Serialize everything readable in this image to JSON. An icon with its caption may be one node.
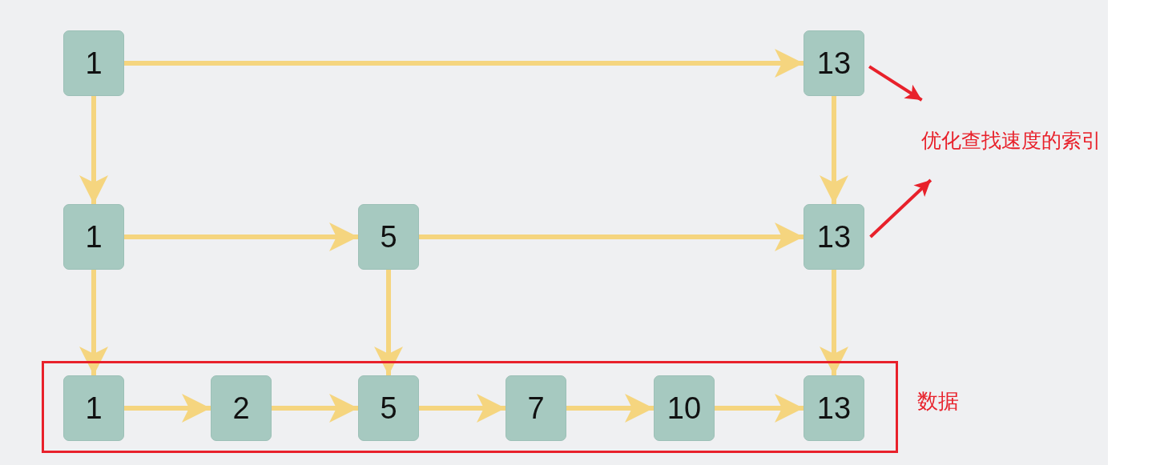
{
  "diagram": {
    "nodes": [
      {
        "text": [
          "1"
        ]
      },
      {
        "text": [
          "13"
        ]
      },
      {
        "text": [
          "优化查找速度的索引"
        ]
      },
      {
        "text": [
          "1"
        ]
      },
      {
        "text": [
          "5"
        ]
      },
      {
        "text": [
          "13"
        ]
      },
      {
        "text": [
          "数据"
        ]
      },
      {
        "text": [
          "1"
        ],
        "in": 6
      },
      {
        "text": [
          "2"
        ],
        "in": 6
      },
      {
        "text": [
          "5"
        ],
        "in": 6
      },
      {
        "text": [
          "7"
        ],
        "in": 6
      },
      {
        "text": [
          "10"
        ],
        "in": 6
      },
      {
        "text": [
          "13"
        ],
        "in": 6
      }
    ],
    "edges": [
      {
        "from": 0,
        "to": 1,
        "arrow": "to"
      },
      {
        "from": 0,
        "to": 3,
        "arrow": "to"
      },
      {
        "from": 1,
        "to": 5,
        "arrow": "to"
      },
      {
        "from": 3,
        "to": 4,
        "arrow": "to"
      },
      {
        "from": 4,
        "to": 5,
        "arrow": "to"
      },
      {
        "from": 3,
        "to": 7,
        "arrow": "to"
      },
      {
        "from": 4,
        "to": 9,
        "arrow": "to"
      },
      {
        "from": 5,
        "to": 12,
        "arrow": "to"
      },
      {
        "from": 7,
        "to": 8,
        "arrow": "to"
      },
      {
        "from": 8,
        "to": 9,
        "arrow": "to"
      },
      {
        "from": 9,
        "to": 10,
        "arrow": "to"
      },
      {
        "from": 10,
        "to": 11,
        "arrow": "to"
      },
      {
        "from": 11,
        "to": 12,
        "arrow": "to"
      },
      {
        "from": 1,
        "to": 2,
        "arrow": "to",
        "color": "#e8212b"
      },
      {
        "from": 5,
        "to": 2,
        "arrow": "to",
        "color": "#e8212b"
      }
    ]
  }
}
